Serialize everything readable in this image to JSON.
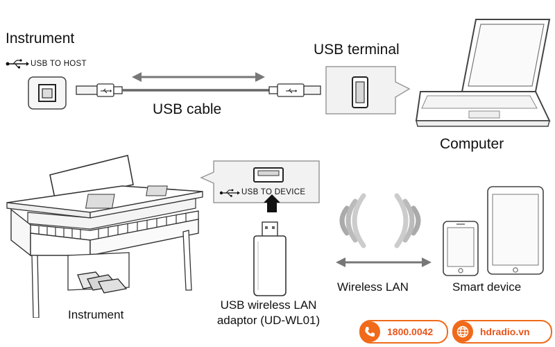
{
  "top": {
    "instrument_label": "Instrument",
    "usb_to_host_label": "USB TO HOST",
    "usb_cable_label": "USB cable",
    "usb_terminal_label": "USB terminal",
    "computer_label": "Computer"
  },
  "bottom": {
    "usb_to_device_label": "USB TO DEVICE",
    "adaptor_label_line1": "USB wireless LAN",
    "adaptor_label_line2": "adaptor (UD-WL01)",
    "wireless_lan_label": "Wireless LAN",
    "smart_device_label": "Smart device",
    "instrument_label": "Instrument"
  },
  "contact": {
    "phone": "1800.0042",
    "website": "hdradio.vn",
    "accent_color": "#f06a1a"
  }
}
